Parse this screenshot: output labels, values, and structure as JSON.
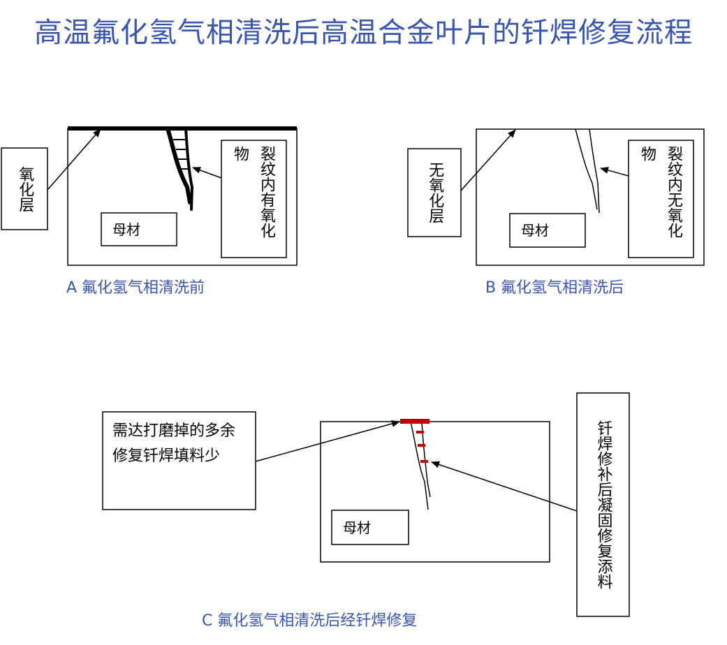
{
  "title": "高温氟化氢气相清洗后高温合金叶片的钎焊修复流程",
  "panel_a": {
    "side_label": "氧化层",
    "inner_label": "裂纹内有氧化物",
    "base_label": "母材",
    "caption": "A 氟化氢气相清洗前"
  },
  "panel_b": {
    "side_label": "无氧化层",
    "inner_label": "裂纹内无氧化物",
    "base_label": "母材",
    "caption": "B 氟化氢气相清洗后"
  },
  "panel_c": {
    "left_note": "需达打磨掉的多余修复钎焊填料少",
    "right_note": "钎焊修补后凝固修复添料",
    "base_label": "母材",
    "caption": "C 氟化氢气相清洗后经钎焊修复"
  },
  "colors": {
    "title": "#3a55b0",
    "caption": "#3a55b0",
    "filler": "#c00000",
    "line": "#000000"
  }
}
